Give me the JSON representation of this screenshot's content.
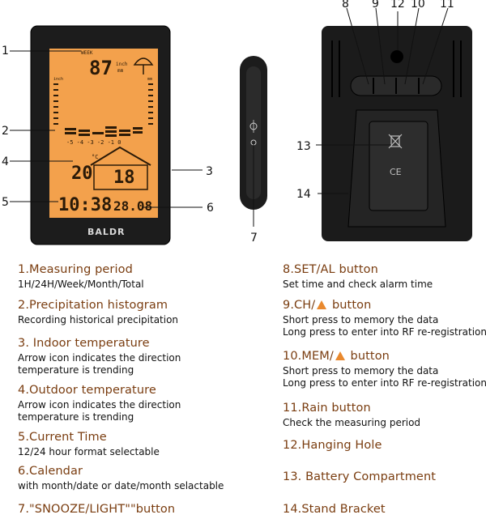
{
  "figure": {
    "brand": "BALDR",
    "lcd": {
      "period_label": "WEEK",
      "rain_value": "87",
      "rain_unit_top": "inch",
      "rain_unit_bottom": "mm",
      "histogram_left_unit": "inch",
      "histogram_right_unit": "mm",
      "histogram_axis": "-5 -4 -3 -2 -1 0",
      "indoor_value": "18",
      "indoor_unit": "°C",
      "outdoor_value": "20",
      "time_value": "10:38",
      "calendar_value": "28.08"
    },
    "back": {
      "battery_symbol": "CE"
    },
    "callouts": {
      "c1": "1",
      "c2": "2",
      "c3": "3",
      "c4": "4",
      "c5": "5",
      "c6": "6",
      "c7": "7",
      "c8": "8",
      "c9": "9",
      "c10": "10",
      "c11": "11",
      "c12": "12",
      "c13": "13",
      "c14": "14"
    }
  },
  "legend": {
    "left": [
      {
        "title": "1.Measuring period",
        "desc": [
          "1H/24H/Week/Month/Total"
        ]
      },
      {
        "title": "2.Precipitation histogram",
        "desc": [
          "Recording historical precipitation"
        ]
      },
      {
        "title": "3. Indoor temperature",
        "desc": [
          "Arrow icon indicates the direction",
          "temperature is trending"
        ]
      },
      {
        "title": "4.Outdoor temperature",
        "desc": [
          "Arrow icon indicates the direction",
          "temperature is trending"
        ]
      },
      {
        "title": "5.Current Time",
        "desc": [
          "12/24 hour format selectable"
        ]
      },
      {
        "title": "6.Calendar",
        "desc": [
          "with month/date or date/month selactable"
        ]
      },
      {
        "title": "7.\"SNOOZE/LIGHT\"\"button",
        "desc": []
      }
    ],
    "right": [
      {
        "title": "8.SET/AL button",
        "desc": [
          "Set time and check alarm time"
        ]
      },
      {
        "title_before": "9.CH/",
        "title_after": " button",
        "desc": [
          "Short press to memory the data",
          "Long press to enter into RF re-registration"
        ]
      },
      {
        "title_before": "10.MEM/",
        "title_after": " button",
        "desc": [
          "Short press to memory the data",
          "Long press to enter into RF re-registration"
        ]
      },
      {
        "title": "11.Rain button",
        "desc": [
          "Check the measuring period"
        ]
      },
      {
        "title": "12.Hanging Hole",
        "desc": []
      },
      {
        "title": "13. Battery Compartment",
        "desc": []
      },
      {
        "title": "14.Stand Bracket",
        "desc": []
      }
    ]
  }
}
